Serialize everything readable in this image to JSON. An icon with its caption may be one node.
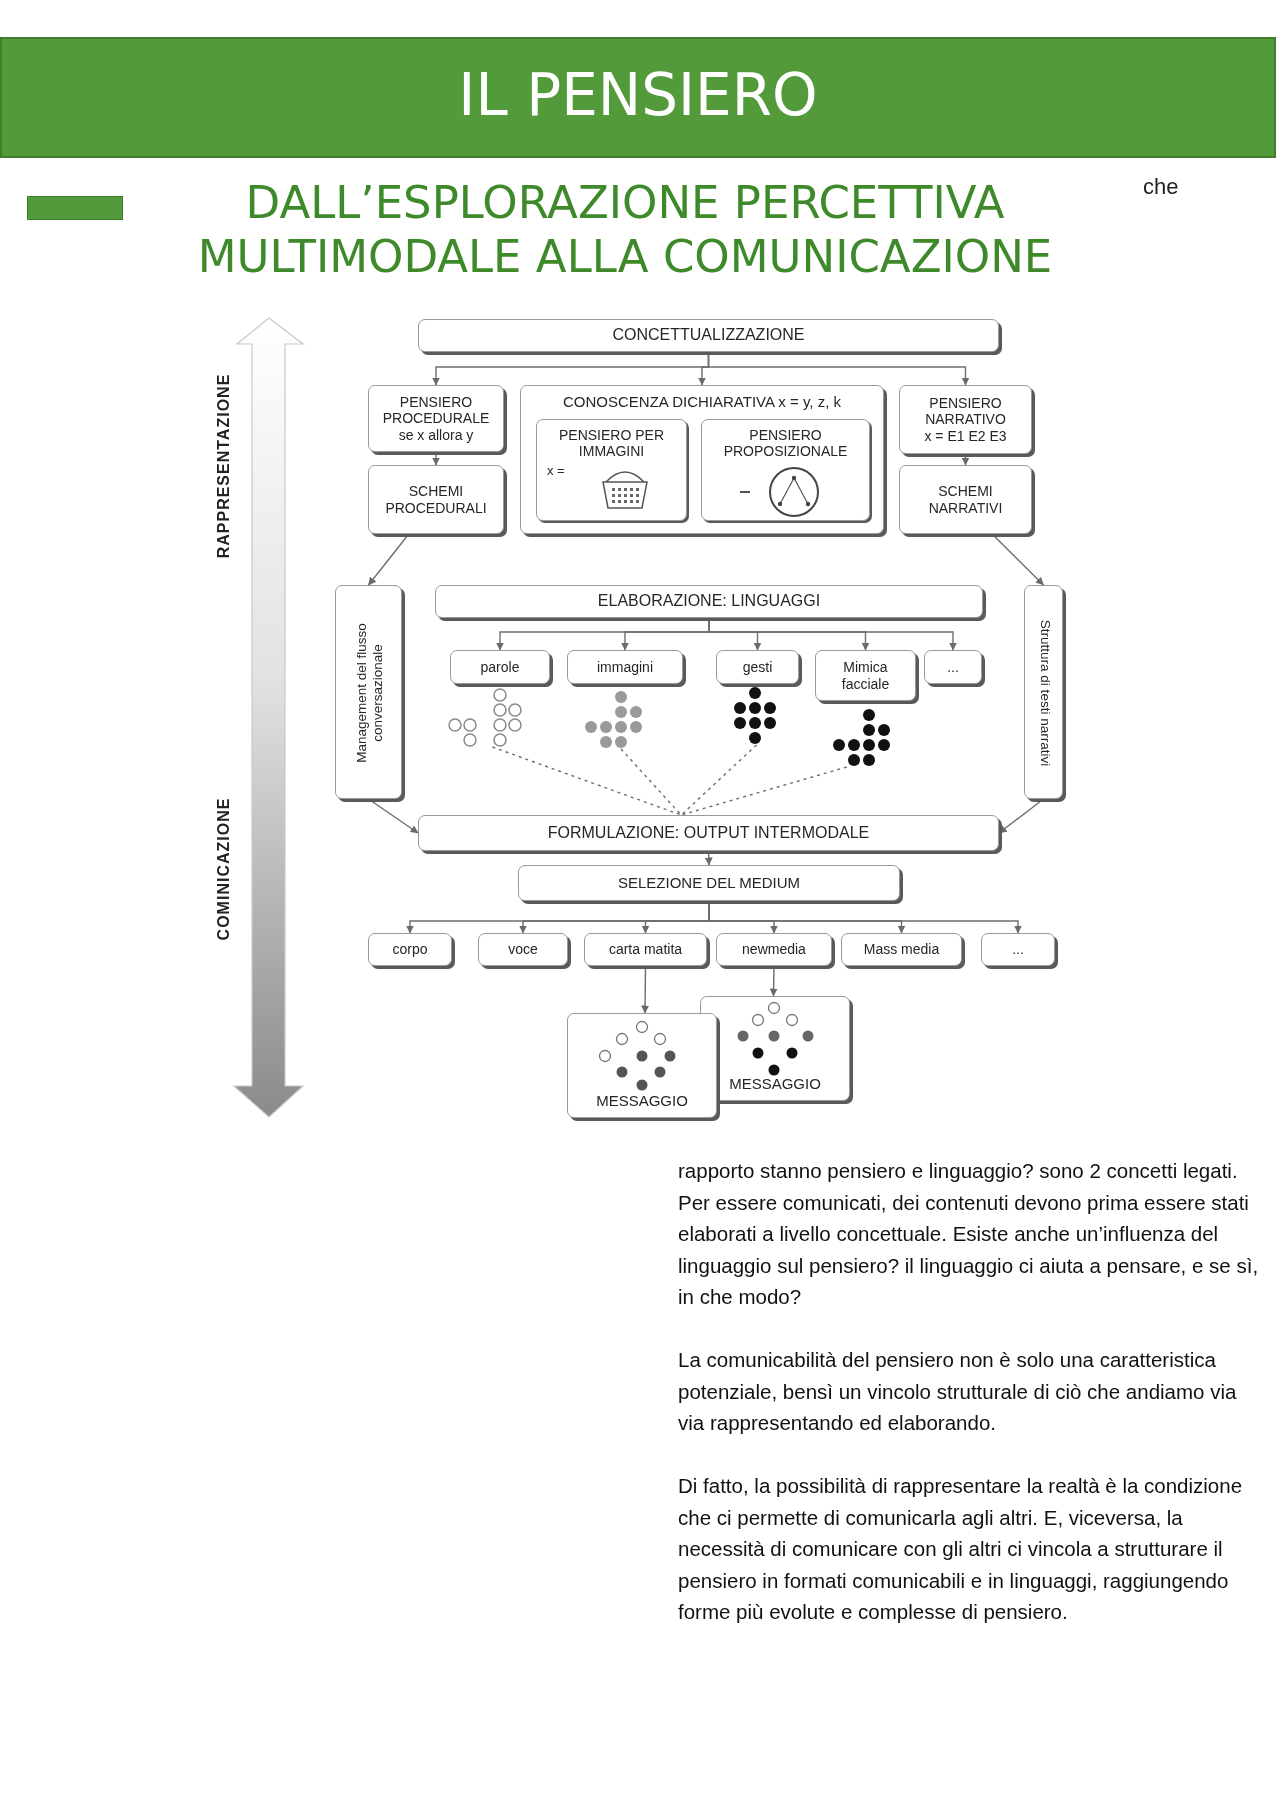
{
  "diagram": {
    "title": "IL PENSIERO",
    "nodes": [
      {
        "text": [
          "CONCETTUALIZZAZIONE"
        ]
      },
      {
        "text": [
          "PENSIERO PROCEDURALE",
          "se x allora y"
        ]
      },
      {
        "text": [
          "CONOSCENZA DICHIARATIVA x = y, z, k"
        ]
      },
      {
        "text": [
          "PENSIERO PER IMMAGINI",
          "x ="
        ],
        "in": 2
      },
      {
        "text": [
          "PENSIERO PROPOSIZIONALE"
        ],
        "in": 2
      },
      {
        "text": [
          "PENSIERO NARRATIVO",
          "x = E1 E2 E3"
        ]
      },
      {
        "text": [
          "SCHEMI PROCEDURALI"
        ]
      },
      {
        "text": [
          "SCHEMI NARRATIVI"
        ]
      },
      {
        "text": [
          "Management del flusso conversazionale"
        ]
      },
      {
        "text": [
          "ELABORAZIONE: LINGUAGGI"
        ]
      },
      {
        "text": [
          "Struttura di testi narrativi"
        ]
      },
      {
        "text": [
          "parole"
        ]
      },
      {
        "text": [
          "immagini"
        ]
      },
      {
        "text": [
          "gesti"
        ]
      },
      {
        "text": [
          "Mimica facciale"
        ]
      },
      {
        "text": [
          "..."
        ]
      },
      {
        "text": [],
        "shape": "dots"
      },
      {
        "text": [],
        "shape": "dots"
      },
      {
        "text": [],
        "shape": "dots"
      },
      {
        "text": [],
        "shape": "dots"
      },
      {
        "text": [
          "FORMULAZIONE: OUTPUT INTERMODALE"
        ]
      },
      {
        "text": [
          "SELEZIONE DEL MEDIUM"
        ]
      },
      {
        "text": [
          "corpo"
        ]
      },
      {
        "text": [
          "voce"
        ]
      },
      {
        "text": [
          "carta matita"
        ]
      },
      {
        "text": [
          "newmedia"
        ]
      },
      {
        "text": [
          "Mass media"
        ]
      },
      {
        "text": [
          "..."
        ]
      },
      {
        "text": [
          "MESSAGGIO"
        ]
      },
      {
        "text": [
          "MESSAGGIO"
        ]
      }
    ],
    "edges": [
      {
        "from": 0,
        "to": 1,
        "arrow": "to"
      },
      {
        "from": 0,
        "to": 2,
        "arrow": "to"
      },
      {
        "from": 0,
        "to": 5,
        "arrow": "to"
      },
      {
        "from": 1,
        "to": 6,
        "arrow": "to"
      },
      {
        "from": 5,
        "to": 7,
        "arrow": "to"
      },
      {
        "from": 6,
        "to": 8,
        "arrow": "to"
      },
      {
        "from": 7,
        "to": 10,
        "arrow": "to"
      },
      {
        "from": 9,
        "to": 11,
        "arrow": "to"
      },
      {
        "from": 9,
        "to": 12,
        "arrow": "to"
      },
      {
        "from": 9,
        "to": 13,
        "arrow": "to"
      },
      {
        "from": 9,
        "to": 14,
        "arrow": "to"
      },
      {
        "from": 9,
        "to": 15,
        "arrow": "to"
      },
      {
        "from": 16,
        "to": 20,
        "arrow": "none",
        "style": "dashed"
      },
      {
        "from": 17,
        "to": 20,
        "arrow": "none",
        "style": "dashed"
      },
      {
        "from": 18,
        "to": 20,
        "arrow": "none",
        "style": "dashed"
      },
      {
        "from": 19,
        "to": 20,
        "arrow": "none",
        "style": "dashed"
      },
      {
        "from": 8,
        "to": 20,
        "arrow": "to"
      },
      {
        "from": 10,
        "to": 20,
        "arrow": "to"
      },
      {
        "from": 20,
        "to": 21,
        "arrow": "to"
      },
      {
        "from": 21,
        "to": 22,
        "arrow": "to"
      },
      {
        "from": 21,
        "to": 23,
        "arrow": "to"
      },
      {
        "from": 21,
        "to": 24,
        "arrow": "to"
      },
      {
        "from": 21,
        "to": 25,
        "arrow": "to"
      },
      {
        "from": 21,
        "to": 26,
        "arrow": "to"
      },
      {
        "from": 21,
        "to": 27,
        "arrow": "to"
      },
      {
        "from": 24,
        "to": 28,
        "arrow": "to"
      },
      {
        "from": 25,
        "to": 29,
        "arrow": "to"
      }
    ],
    "labels": [
      "DALL’ESPLORAZIONE PERCETTIVA MULTIMODALE ALLA COMUNICAZIONE",
      "che",
      "RAPPRESENTAZIONE",
      "COMINICAZIONE",
      "rapporto stanno pensiero e linguaggio? sono 2 concetti legati. Per essere comunicati, dei contenuti devono prima essere stati elaborati a livello concettuale. Esiste anche un’influenza del linguaggio sul pensiero? il linguaggio ci aiuta a pensare, e se sì, in che modo?",
      "La comunicabilità del pensiero non è solo una caratteristica potenziale, bensì un vincolo strutturale di ciò che andiamo via via rappresentando ed elaborando.",
      "Di fatto, la possibilità di rappresentare la realtà è la condizione che ci permette di comunicarla agli altri. E, viceversa, la necessità di comunicare con gli altri ci vincola a strutturare il pensiero in formati comunicabili e in linguaggi, raggiungendo forme più evolute e complesse di pensiero."
    ]
  }
}
